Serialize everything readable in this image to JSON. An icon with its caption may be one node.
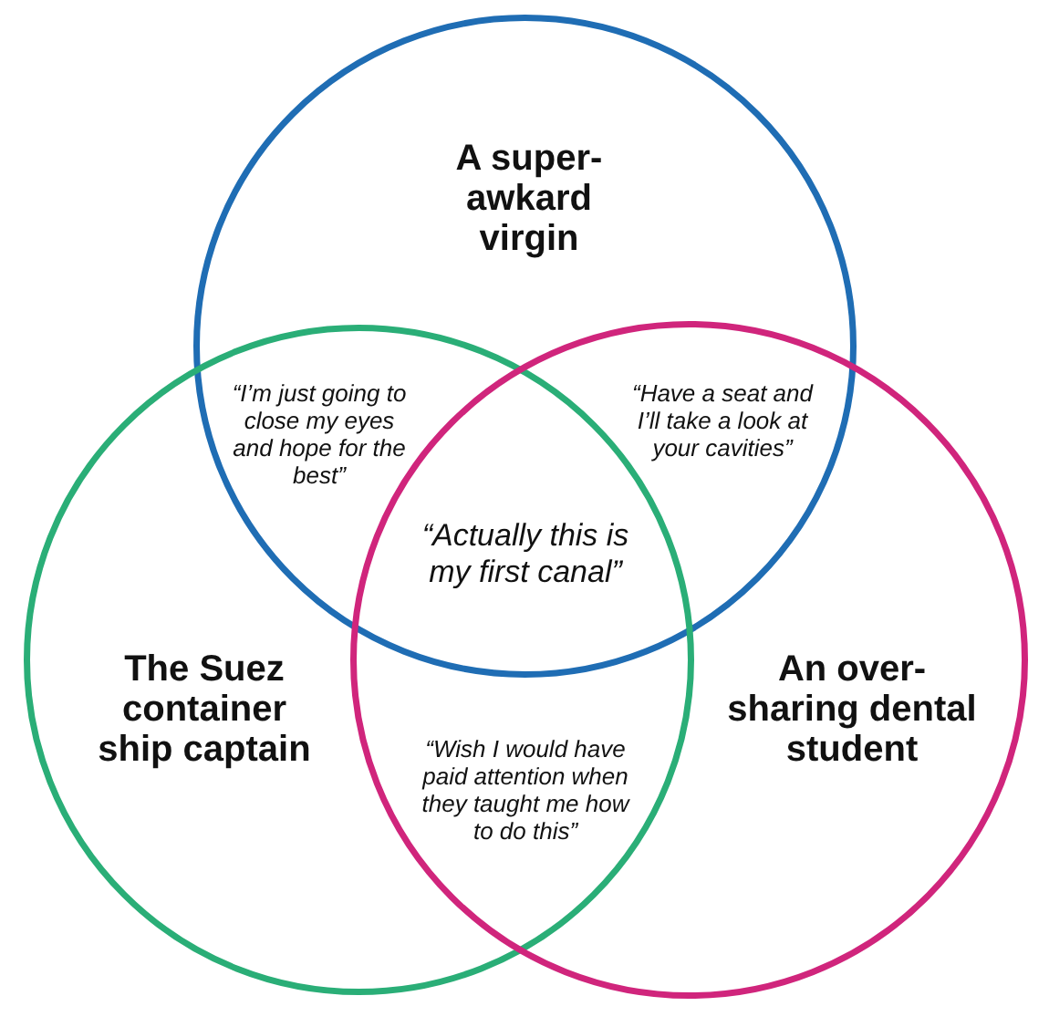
{
  "diagram": {
    "nodes": [
      {
        "text": [
          "A super-awkard virgin"
        ]
      },
      {
        "text": [
          "The Suez container ship captain"
        ]
      },
      {
        "text": [
          "An over-sharing dental student"
        ]
      }
    ],
    "labels": [
      "“I’m just going to close my eyes and hope for the best”",
      "“Have a seat and I’ll take a look at your cavities”",
      "“Actually this is my first canal”",
      "“Wish I would have paid attention when they taught me how to do this”"
    ]
  }
}
